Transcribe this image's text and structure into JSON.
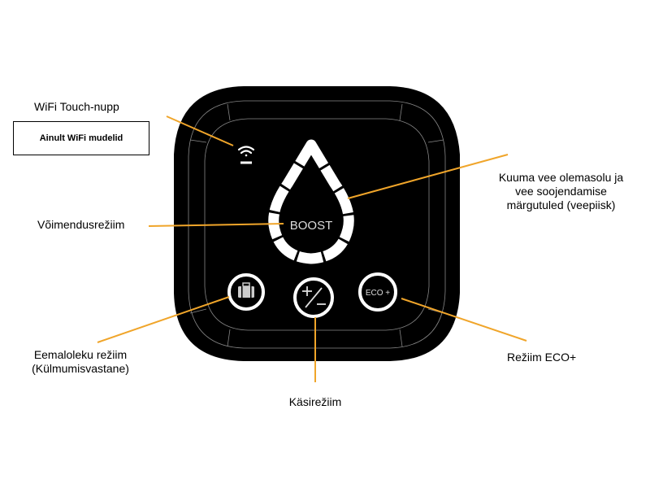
{
  "colors": {
    "leader": "#f0a52a",
    "panel": "#000000",
    "led": "#ffffff"
  },
  "labels": {
    "wifi_touch": "WiFi Touch-nupp",
    "wifi_only": "Ainult WiFi mudelid",
    "hot_water": [
      "Kuuma vee olemasolu ja",
      "vee soojendamise",
      "märgutuled (veepiisk)"
    ],
    "boost_mode": "Võimendusrežiim",
    "absence_mode": [
      "Eemaloleku režiim",
      "(Külmumisvastane)"
    ],
    "manual_mode": "Käsirežiim",
    "eco_mode": "Režiim ECO+"
  },
  "panel": {
    "boost_text": "BOOST",
    "eco_text": "ECO +",
    "plus_minus_icon": "plus-minus-icon",
    "suitcase_icon": "suitcase-icon",
    "wifi_icon": "wifi-icon"
  }
}
